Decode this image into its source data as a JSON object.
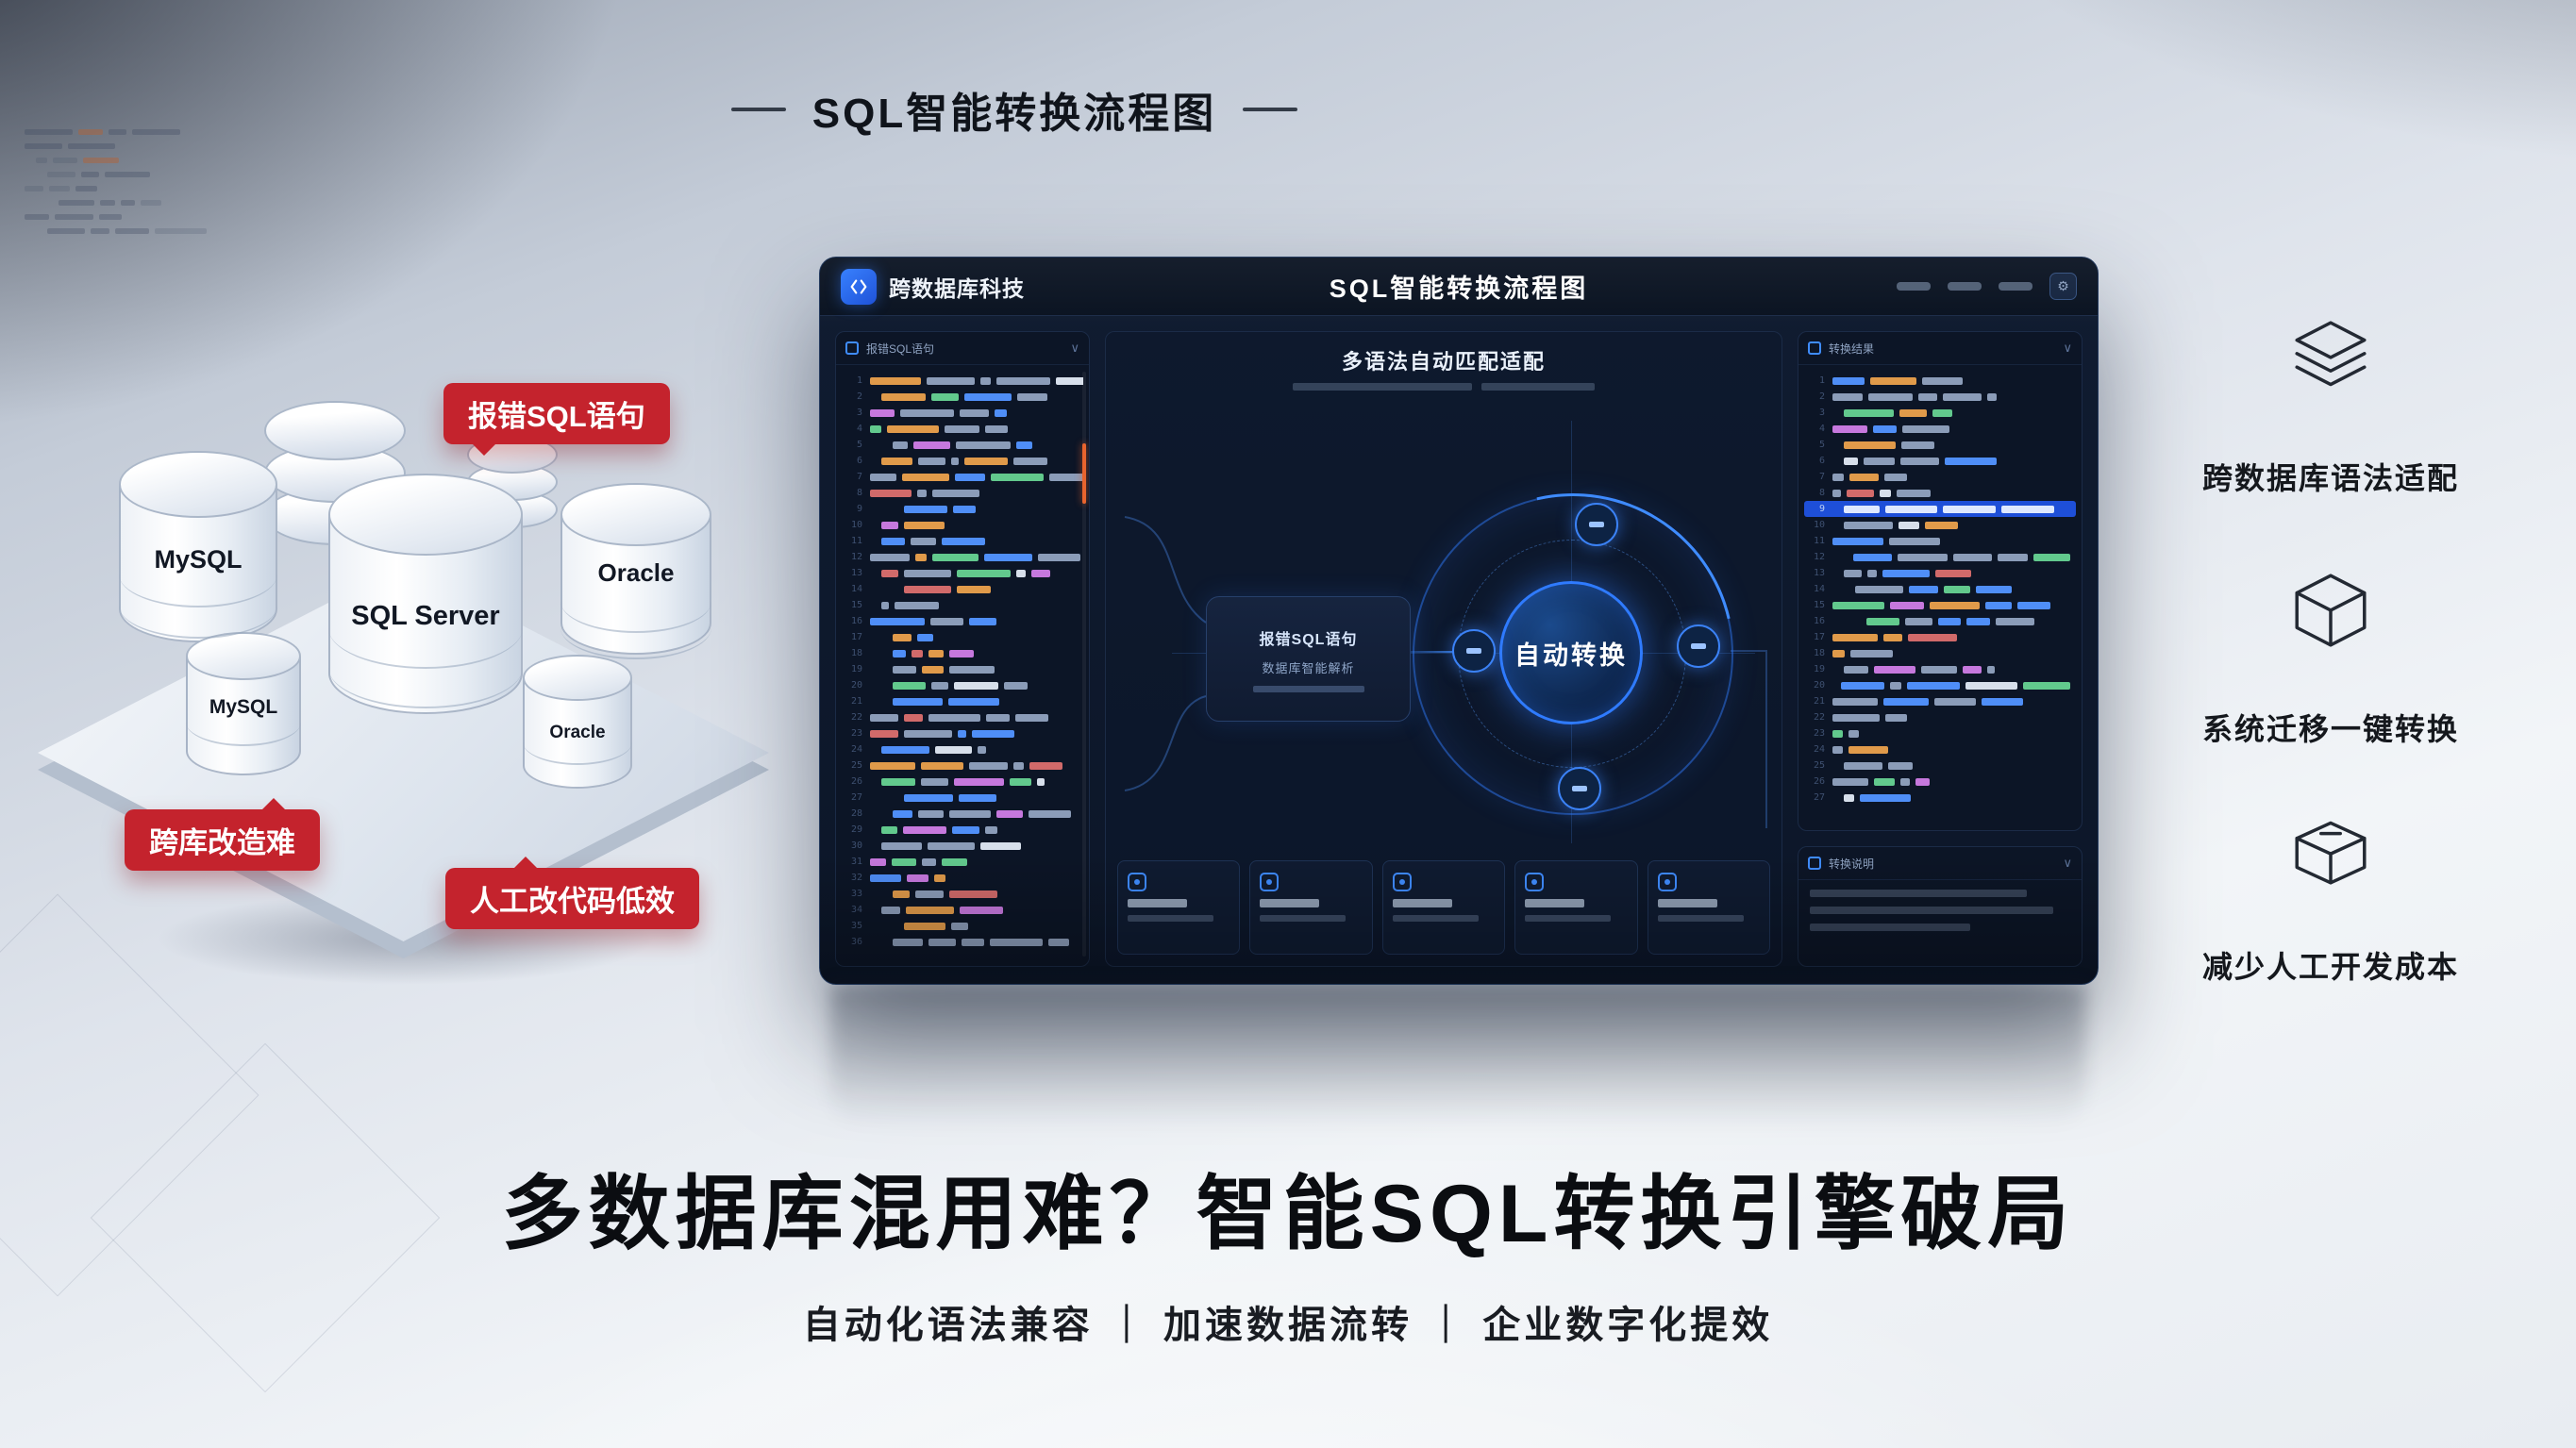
{
  "page": {
    "top_title": "SQL智能转换流程图"
  },
  "illustration": {
    "db_labels": [
      "MySQL",
      "SQL Server",
      "Oracle",
      "MySQL",
      "Oracle"
    ],
    "badges": {
      "top": "报错SQL语句",
      "bottom_left": "跨库改造难",
      "bottom_right": "人工改代码低效"
    }
  },
  "window": {
    "brand": "跨数据库科技",
    "title": "SQL智能转换流程图",
    "left_panel": {
      "title": "报错SQL语句"
    },
    "center_panel": {
      "title": "多语法自动匹配适配",
      "core_label": "自动转换",
      "info_line1": "报错SQL语句",
      "info_line2": "数据库智能解析"
    },
    "right_panel": {
      "title": "转换结果",
      "bottom_title": "转换说明"
    }
  },
  "features": [
    {
      "icon": "layers-icon",
      "label": "跨数据库语法适配"
    },
    {
      "icon": "cube-icon",
      "label": "系统迁移一键转换"
    },
    {
      "icon": "open-box-icon",
      "label": "减少人工开发成本"
    }
  ],
  "footer": {
    "headline": "多数据库混用难？智能SQL转换引擎破局",
    "subline": "自动化语法兼容 ｜ 加速数据流转 ｜ 企业数字化提效"
  },
  "colors": {
    "accent_blue": "#2F7BFF",
    "badge_red": "#C4232D",
    "window_bg": "#0F1A2C",
    "highlight_row": "#1E4FD8"
  }
}
